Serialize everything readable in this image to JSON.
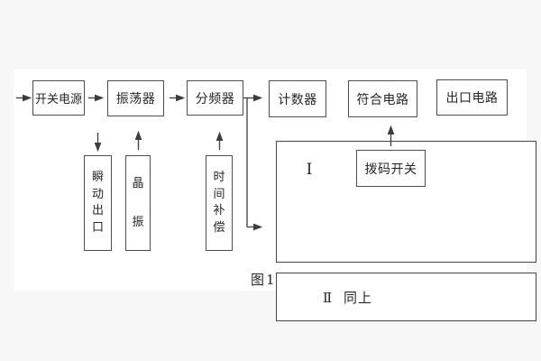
{
  "page": {
    "background": "#f7f7f8",
    "canvas_background": "#ffffff",
    "line_color": "#3d3d3d",
    "text_color": "#262626"
  },
  "diagram": {
    "caption": "图1",
    "main_chain": [
      {
        "label": "开关电源"
      },
      {
        "label": "振荡器"
      },
      {
        "label": "分频器"
      }
    ],
    "support_boxes": [
      {
        "label": "瞬动出口",
        "arrow_direction": "down"
      },
      {
        "label": "晶振",
        "arrow_direction": "up"
      },
      {
        "label": "时间补偿",
        "arrow_direction": "up"
      }
    ],
    "module_one": {
      "group_label": "Ⅰ",
      "top_boxes": [
        {
          "label": "计数器"
        },
        {
          "label": "符合电路"
        },
        {
          "label": "出口电路"
        }
      ],
      "dip_switch_label": "拨码开关"
    },
    "module_two": {
      "label": "Ⅱ 同上"
    }
  }
}
